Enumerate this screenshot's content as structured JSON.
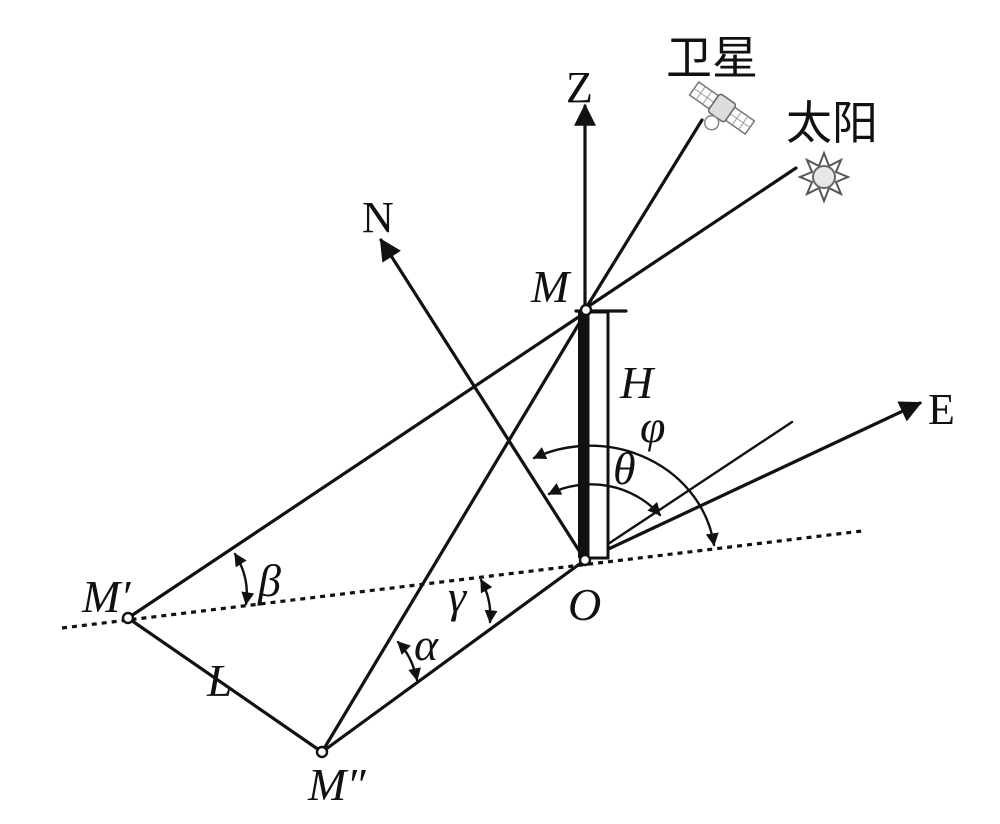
{
  "labels": {
    "satellite": "卫星",
    "sun": "太阳",
    "z_axis": "Z",
    "north": "N",
    "east": "E",
    "point_m": "M",
    "point_m_prime": "M′",
    "point_m_double_prime": "M″",
    "point_o": "O",
    "height": "H",
    "length": "L",
    "alpha": "α",
    "beta": "β",
    "gamma": "γ",
    "theta": "θ",
    "phi": "φ"
  },
  "colors": {
    "ink": "#111111",
    "background": "#ffffff"
  },
  "icons": {
    "satellite": "satellite-icon",
    "sun": "sun-icon"
  }
}
